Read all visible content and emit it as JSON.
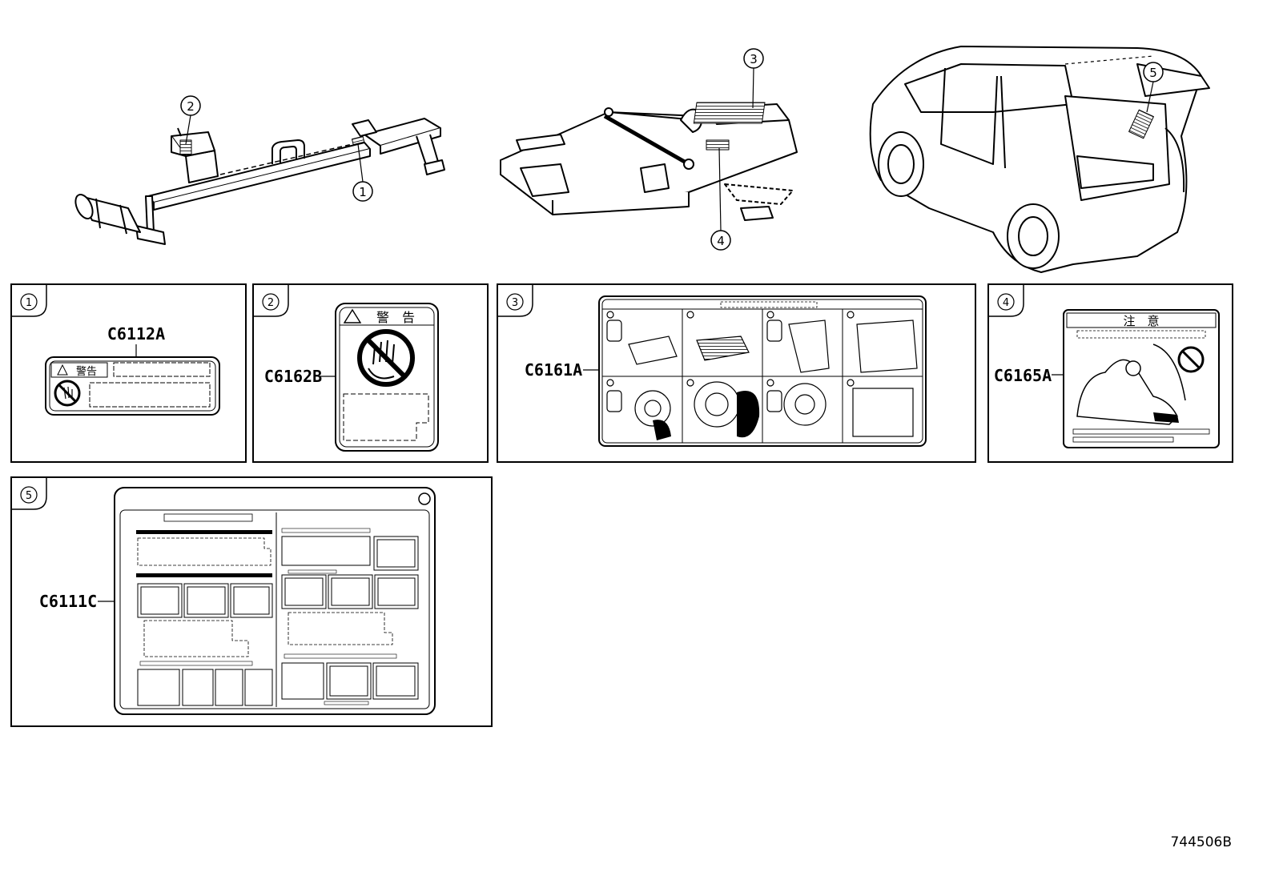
{
  "callouts": {
    "c1": "1",
    "c2": "2",
    "c3": "3",
    "c4": "4",
    "c5": "5"
  },
  "panels": [
    {
      "index": "1",
      "part": "C6112A",
      "warning_text": "警告"
    },
    {
      "index": "2",
      "part": "C6162B",
      "warning_text": "警　告"
    },
    {
      "index": "3",
      "part": "C6161A"
    },
    {
      "index": "4",
      "part": "C6165A",
      "caution_text": "注　意"
    },
    {
      "index": "5",
      "part": "C6111C"
    }
  ],
  "drawing_id": "744506B"
}
